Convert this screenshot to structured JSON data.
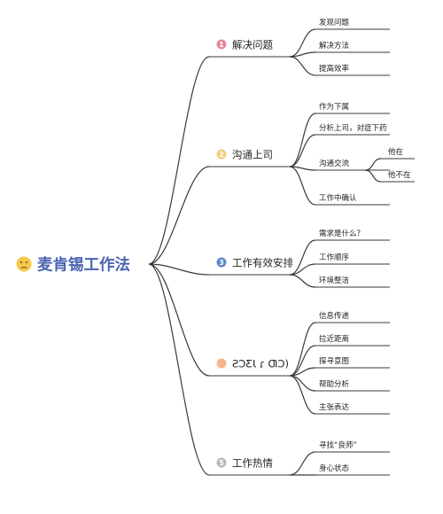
{
  "root": {
    "label": "麦肯锡工作法",
    "icon": "confused-face-icon",
    "icon_color": "#f5c84c",
    "text_color": "#4a63b0"
  },
  "branches": [
    {
      "label": "解决问题",
      "badge": "1",
      "badge_color": "#e8889a",
      "children": [
        {
          "label": "发现问题"
        },
        {
          "label": "解决方法"
        },
        {
          "label": "提高效率"
        }
      ]
    },
    {
      "label": "沟通上司",
      "badge": "2",
      "badge_color": "#f3cd7c",
      "children": [
        {
          "label": "作为下属"
        },
        {
          "label": "分析上司，对症下药"
        },
        {
          "label": "沟通交流",
          "children": [
            {
              "label": "他在"
            },
            {
              "label": "他不在"
            }
          ]
        },
        {
          "label": "工作中确认"
        }
      ]
    },
    {
      "label": "工作有效安排",
      "badge": "3",
      "badge_color": "#5b87c6",
      "children": [
        {
          "label": "需求是什么？"
        },
        {
          "label": "工作顺序"
        },
        {
          "label": "环境整洁"
        }
      ]
    },
    {
      "label": "ƧƆƸƖ ɾ ƢƆ)",
      "badge": "",
      "badge_color": "#f5b58a",
      "children": [
        {
          "label": "信息传递"
        },
        {
          "label": "拉近距离"
        },
        {
          "label": "探寻意图"
        },
        {
          "label": "帮助分析"
        },
        {
          "label": "主张表达"
        }
      ]
    },
    {
      "label": "工作热情",
      "badge": "5",
      "badge_color": "#b8b8b8",
      "children": [
        {
          "label": "寻找“良师”"
        },
        {
          "label": "身心状态"
        }
      ]
    }
  ]
}
